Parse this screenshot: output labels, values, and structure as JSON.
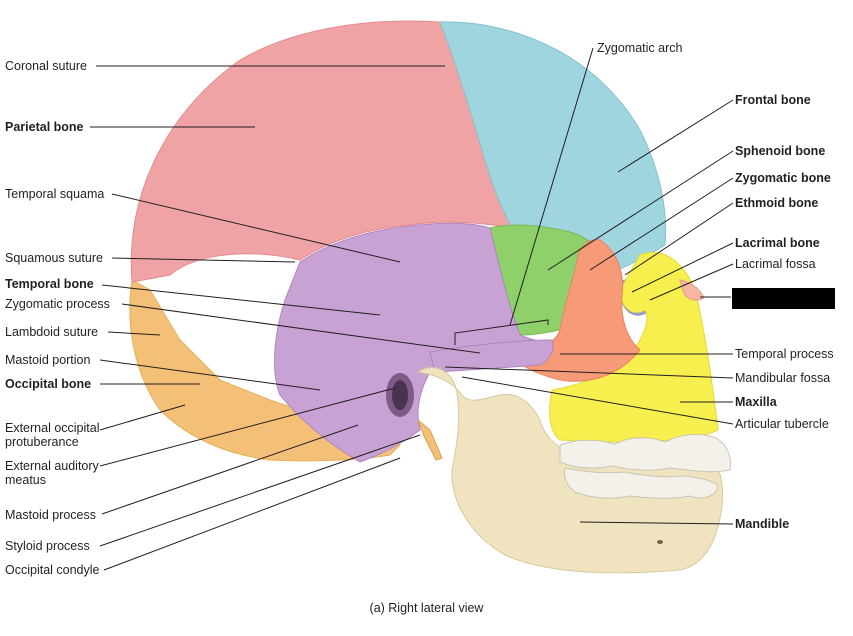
{
  "caption": "(a) Right lateral view",
  "labels_left": {
    "coronal_suture": "Coronal suture",
    "parietal_bone": "Parietal bone",
    "temporal_squama": "Temporal squama",
    "squamous_suture": "Squamous suture",
    "temporal_bone": "Temporal bone",
    "zygomatic_process": "Zygomatic process",
    "lambdoid_suture": "Lambdoid suture",
    "mastoid_portion": "Mastoid portion",
    "occipital_bone": "Occipital bone",
    "external_occipital_protuberance": "External occipital protuberance",
    "external_auditory_meatus": "External auditory meatus",
    "mastoid_process": "Mastoid process",
    "styloid_process": "Styloid process",
    "occipital_condyle": "Occipital condyle"
  },
  "labels_right": {
    "zygomatic_arch": "Zygomatic arch",
    "frontal_bone": "Frontal bone",
    "sphenoid_bone": "Sphenoid bone",
    "zygomatic_bone": "Zygomatic bone",
    "ethmoid_bone": "Ethmoid bone",
    "lacrimal_bone": "Lacrimal bone",
    "lacrimal_fossa": "Lacrimal fossa",
    "temporal_process": "Temporal process",
    "mandibular_fossa": "Mandibular fossa",
    "maxilla": "Maxilla",
    "articular_tubercle": "Articular tubercle",
    "mandible": "Mandible"
  },
  "colors": {
    "parietal": "#f0a3a5",
    "frontal": "#9fd5df",
    "temporal": "#c8a2d4",
    "occipital": "#f4c077",
    "sphenoid": "#8fd06a",
    "zygomatic": "#f79a78",
    "maxilla": "#f7ef4e",
    "mandible": "#efe3c0",
    "ethmoid": "#9ea1d6",
    "nasal": "#f7b6a4",
    "teeth": "#f3f1ea"
  }
}
